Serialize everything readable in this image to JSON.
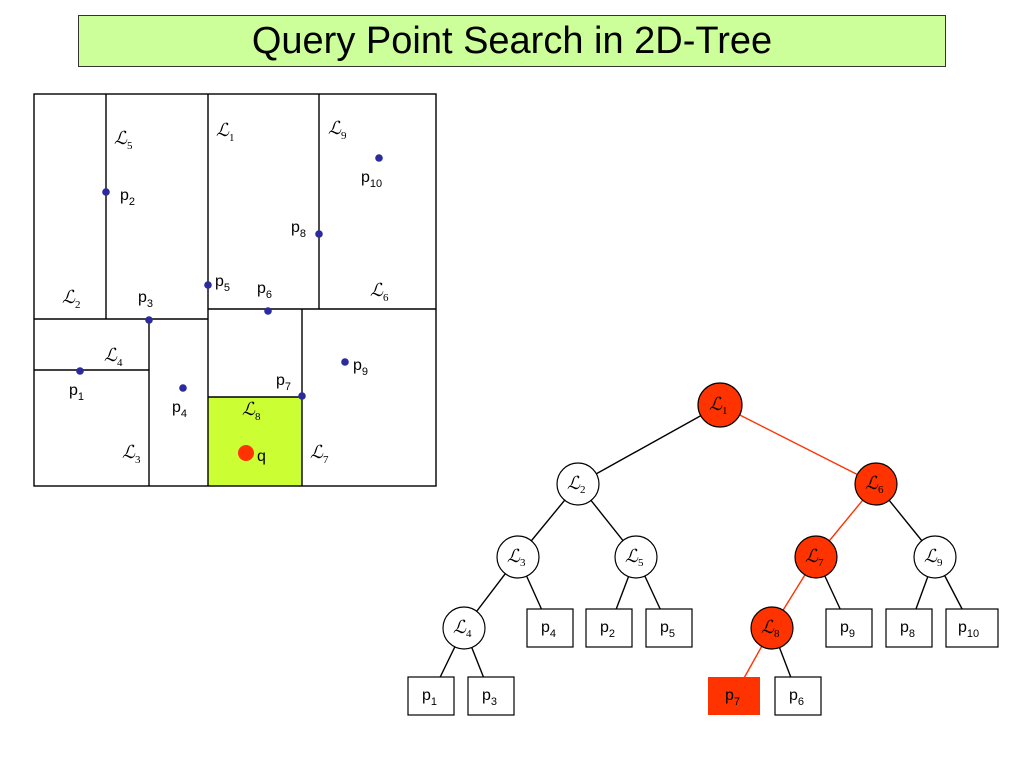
{
  "title": "Query Point Search in 2D-Tree",
  "colors": {
    "highlight": "#ff3300",
    "region": "#ccff33",
    "title_bg": "#ccff99",
    "point": "#2b2b9e"
  },
  "letter_symbol": "ℒ",
  "query_label": "q",
  "lines": [
    {
      "id": "1",
      "symbol": "ℒ",
      "sub": "1"
    },
    {
      "id": "2",
      "symbol": "ℒ",
      "sub": "2"
    },
    {
      "id": "3",
      "symbol": "ℒ",
      "sub": "3"
    },
    {
      "id": "4",
      "symbol": "ℒ",
      "sub": "4"
    },
    {
      "id": "5",
      "symbol": "ℒ",
      "sub": "5"
    },
    {
      "id": "6",
      "symbol": "ℒ",
      "sub": "6"
    },
    {
      "id": "7",
      "symbol": "ℒ",
      "sub": "7"
    },
    {
      "id": "8",
      "symbol": "ℒ",
      "sub": "8"
    },
    {
      "id": "9",
      "symbol": "ℒ",
      "sub": "9"
    }
  ],
  "points": [
    {
      "id": "1",
      "base": "p",
      "sub": "1"
    },
    {
      "id": "2",
      "base": "p",
      "sub": "2"
    },
    {
      "id": "3",
      "base": "p",
      "sub": "3"
    },
    {
      "id": "4",
      "base": "p",
      "sub": "4"
    },
    {
      "id": "5",
      "base": "p",
      "sub": "5"
    },
    {
      "id": "6",
      "base": "p",
      "sub": "6"
    },
    {
      "id": "7",
      "base": "p",
      "sub": "7"
    },
    {
      "id": "8",
      "base": "p",
      "sub": "8"
    },
    {
      "id": "9",
      "base": "p",
      "sub": "9"
    },
    {
      "id": "10",
      "base": "p",
      "sub": "10"
    }
  ],
  "tree": {
    "internal_nodes": [
      {
        "id": "L1",
        "symbol": "ℒ",
        "sub": "1",
        "on_path": true
      },
      {
        "id": "L2",
        "symbol": "ℒ",
        "sub": "2",
        "on_path": false
      },
      {
        "id": "L6",
        "symbol": "ℒ",
        "sub": "6",
        "on_path": true
      },
      {
        "id": "L3",
        "symbol": "ℒ",
        "sub": "3",
        "on_path": false
      },
      {
        "id": "L5",
        "symbol": "ℒ",
        "sub": "5",
        "on_path": false
      },
      {
        "id": "L7",
        "symbol": "ℒ",
        "sub": "7",
        "on_path": true
      },
      {
        "id": "L9",
        "symbol": "ℒ",
        "sub": "9",
        "on_path": false
      },
      {
        "id": "L4",
        "symbol": "ℒ",
        "sub": "4",
        "on_path": false
      },
      {
        "id": "L8",
        "symbol": "ℒ",
        "sub": "8",
        "on_path": true
      }
    ],
    "leaves": [
      {
        "id": "p1",
        "base": "p",
        "sub": "1",
        "on_path": false
      },
      {
        "id": "p3",
        "base": "p",
        "sub": "3",
        "on_path": false
      },
      {
        "id": "p4",
        "base": "p",
        "sub": "4",
        "on_path": false
      },
      {
        "id": "p2",
        "base": "p",
        "sub": "2",
        "on_path": false
      },
      {
        "id": "p5",
        "base": "p",
        "sub": "5",
        "on_path": false
      },
      {
        "id": "p7",
        "base": "p",
        "sub": "7",
        "on_path": true
      },
      {
        "id": "p6",
        "base": "p",
        "sub": "6",
        "on_path": false
      },
      {
        "id": "p9",
        "base": "p",
        "sub": "9",
        "on_path": false
      },
      {
        "id": "p8",
        "base": "p",
        "sub": "8",
        "on_path": false
      },
      {
        "id": "p10",
        "base": "p",
        "sub": "10",
        "on_path": false
      }
    ],
    "edges": [
      [
        "L1",
        "L2"
      ],
      [
        "L1",
        "L6"
      ],
      [
        "L2",
        "L3"
      ],
      [
        "L2",
        "L5"
      ],
      [
        "L3",
        "L4"
      ],
      [
        "L3",
        "p4"
      ],
      [
        "L4",
        "p1"
      ],
      [
        "L4",
        "p3"
      ],
      [
        "L5",
        "p2"
      ],
      [
        "L5",
        "p5"
      ],
      [
        "L6",
        "L7"
      ],
      [
        "L6",
        "L9"
      ],
      [
        "L7",
        "L8"
      ],
      [
        "L7",
        "p9"
      ],
      [
        "L8",
        "p7"
      ],
      [
        "L8",
        "p6"
      ],
      [
        "L9",
        "p8"
      ],
      [
        "L9",
        "p10"
      ]
    ]
  }
}
